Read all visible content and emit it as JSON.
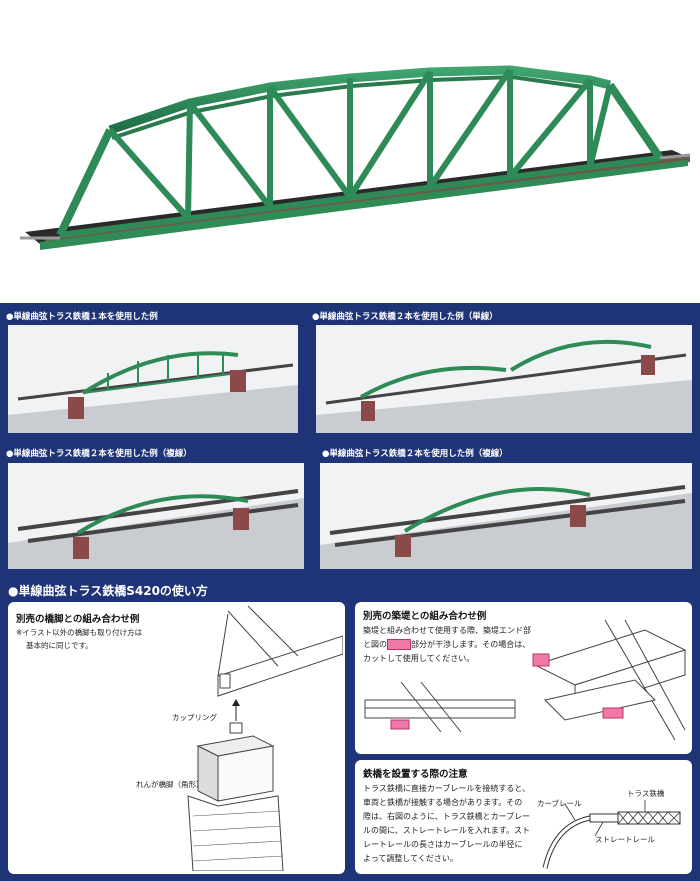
{
  "examples": [
    {
      "caption": "●単線曲弦トラス鉄橋１本を使用した例"
    },
    {
      "caption": "●単線曲弦トラス鉄橋２本を使用した例（単線）"
    },
    {
      "caption": "●単線曲弦トラス鉄橋２本を使用した例（複線）"
    },
    {
      "caption": "●単線曲弦トラス鉄橋２本を使用した例（複線）"
    }
  ],
  "usage": {
    "title": "●単線曲弦トラス鉄橋S420の使い方",
    "pier_card": {
      "title": "別売の橋脚との組み合わせ例",
      "note1": "※イラスト以外の橋脚も取り付け方は",
      "note2": "基本的に同じです。",
      "label_coupling": "カップリング",
      "label_pier": "れんが橋脚（角形）"
    },
    "embankment_card": {
      "title": "別売の築堤との組み合わせ例",
      "line1": "築堤と組み合わせて使用する際、築堤エンド部",
      "line2_pre": "と図の",
      "line2_post": "部分が干渉します。その場合は、",
      "line3": "カットして使用してください。"
    },
    "caution_card": {
      "title": "鉄橋を設置する際の注意",
      "lines": [
        "トラス鉄橋に直接カーブレールを接続すると、",
        "車両と鉄橋が接触する場合があります。その",
        "際は、右図のように、トラス鉄橋とカーブレー",
        "ルの間に、ストレートレールを入れます。スト",
        "レートレールの長さはカーブレールの半径に",
        "よって調整してください。"
      ],
      "label_truss": "トラス鉄橋",
      "label_curve": "カーブレール",
      "label_straight": "ストレートレール"
    }
  },
  "colors": {
    "navy": "#1f3476",
    "bridge_green": "#2e8b57",
    "pink": "#f07aa7"
  }
}
